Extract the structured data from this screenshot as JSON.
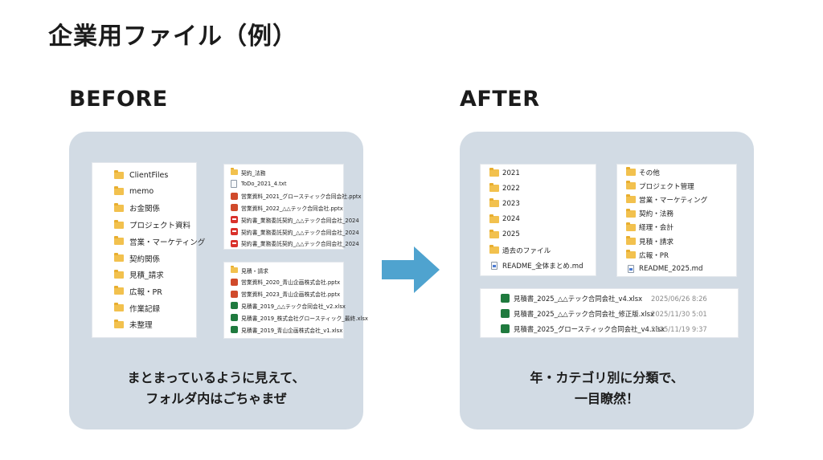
{
  "title": "企業用ファイル（例）",
  "before": {
    "heading": "BEFORE",
    "folders": [
      "ClientFiles",
      "memo",
      "お金関係",
      "プロジェクト資料",
      "営業・マーケティング",
      "契約関係",
      "見積_請求",
      "広報・PR",
      "作業記録",
      "未整理"
    ],
    "group1": [
      {
        "icon": "folder-icon",
        "name": "契約_法務"
      },
      {
        "icon": "text-file-icon",
        "name": "ToDo_2021_4.txt"
      },
      {
        "icon": "powerpoint-file-icon",
        "name": "営業資料_2021_グロースティック合同会社.pptx"
      },
      {
        "icon": "powerpoint-file-icon",
        "name": "営業資料_2022_△△テック合同会社.pptx"
      },
      {
        "icon": "pdf-file-icon",
        "name": "契約書_業務委託契約_△△テック合同会社_2024"
      },
      {
        "icon": "pdf-file-icon",
        "name": "契約書_業務委託契約_△△テック合同会社_2024"
      },
      {
        "icon": "pdf-file-icon",
        "name": "契約書_業務委託契約_△△テック合同会社_2024"
      }
    ],
    "group2": [
      {
        "icon": "folder-icon",
        "name": "見積・請求"
      },
      {
        "icon": "powerpoint-file-icon",
        "name": "営業資料_2020_青山企画株式会社.pptx"
      },
      {
        "icon": "powerpoint-file-icon",
        "name": "営業資料_2023_青山企画株式会社.pptx"
      },
      {
        "icon": "excel-file-icon",
        "name": "見積書_2019_△△テック合同会社_v2.xlsx"
      },
      {
        "icon": "excel-file-icon",
        "name": "見積書_2019_株式会社グロースティック_最終.xlsx"
      },
      {
        "icon": "excel-file-icon",
        "name": "見積書_2019_青山企画株式会社_v1.xlsx"
      }
    ],
    "caption_line1": "まとまっているように見えて、",
    "caption_line2": "フォルダ内はごちゃまぜ"
  },
  "after": {
    "heading": "AFTER",
    "years": [
      {
        "icon": "folder-icon",
        "name": "2021"
      },
      {
        "icon": "folder-icon",
        "name": "2022"
      },
      {
        "icon": "folder-icon",
        "name": "2023"
      },
      {
        "icon": "folder-icon",
        "name": "2024"
      },
      {
        "icon": "folder-icon",
        "name": "2025"
      },
      {
        "icon": "folder-icon",
        "name": "過去のファイル"
      },
      {
        "icon": "markdown-file-icon",
        "name": "README_全体まとめ.md"
      }
    ],
    "categories": [
      {
        "icon": "folder-icon",
        "name": "その他"
      },
      {
        "icon": "folder-icon",
        "name": "プロジェクト管理"
      },
      {
        "icon": "folder-icon",
        "name": "営業・マーケティング"
      },
      {
        "icon": "folder-icon",
        "name": "契約・法務"
      },
      {
        "icon": "folder-icon",
        "name": "経理・会計"
      },
      {
        "icon": "folder-icon",
        "name": "見積・請求"
      },
      {
        "icon": "folder-icon",
        "name": "広報・PR"
      },
      {
        "icon": "markdown-file-icon",
        "name": "README_2025.md"
      }
    ],
    "recent": [
      {
        "icon": "excel-file-icon",
        "name": "見積書_2025_△△テック合同会社_v4.xlsx",
        "date": "2025/06/26 8:26"
      },
      {
        "icon": "excel-file-icon",
        "name": "見積書_2025_△△テック合同会社_修正版.xlsx",
        "date": "2025/11/30 5:01"
      },
      {
        "icon": "excel-file-icon",
        "name": "見積書_2025_グロースティック合同会社_v4.xlsx",
        "date": "2025/11/19 9:37"
      }
    ],
    "caption_line1": "年・カテゴリ別に分類で、",
    "caption_line2": "一目瞭然！"
  },
  "colors": {
    "panel": "#d2dbe4",
    "folder": "#f2c14e",
    "arrow": "#4fa3cf",
    "excel": "#1f7a3e",
    "powerpoint": "#d04a2b",
    "pdf": "#d9312b"
  }
}
